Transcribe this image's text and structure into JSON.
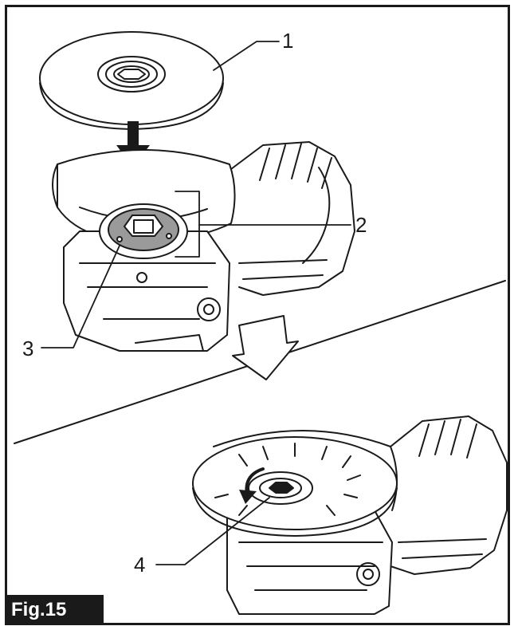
{
  "figure": {
    "label": "Fig.15",
    "callouts": [
      {
        "id": "1",
        "text": "1"
      },
      {
        "id": "2",
        "text": "2"
      },
      {
        "id": "3",
        "text": "3"
      },
      {
        "id": "4",
        "text": "4"
      }
    ]
  },
  "colors": {
    "ink": "#1a1a1a",
    "paper": "#ffffff",
    "flange_gray": "#9a9a9a"
  }
}
